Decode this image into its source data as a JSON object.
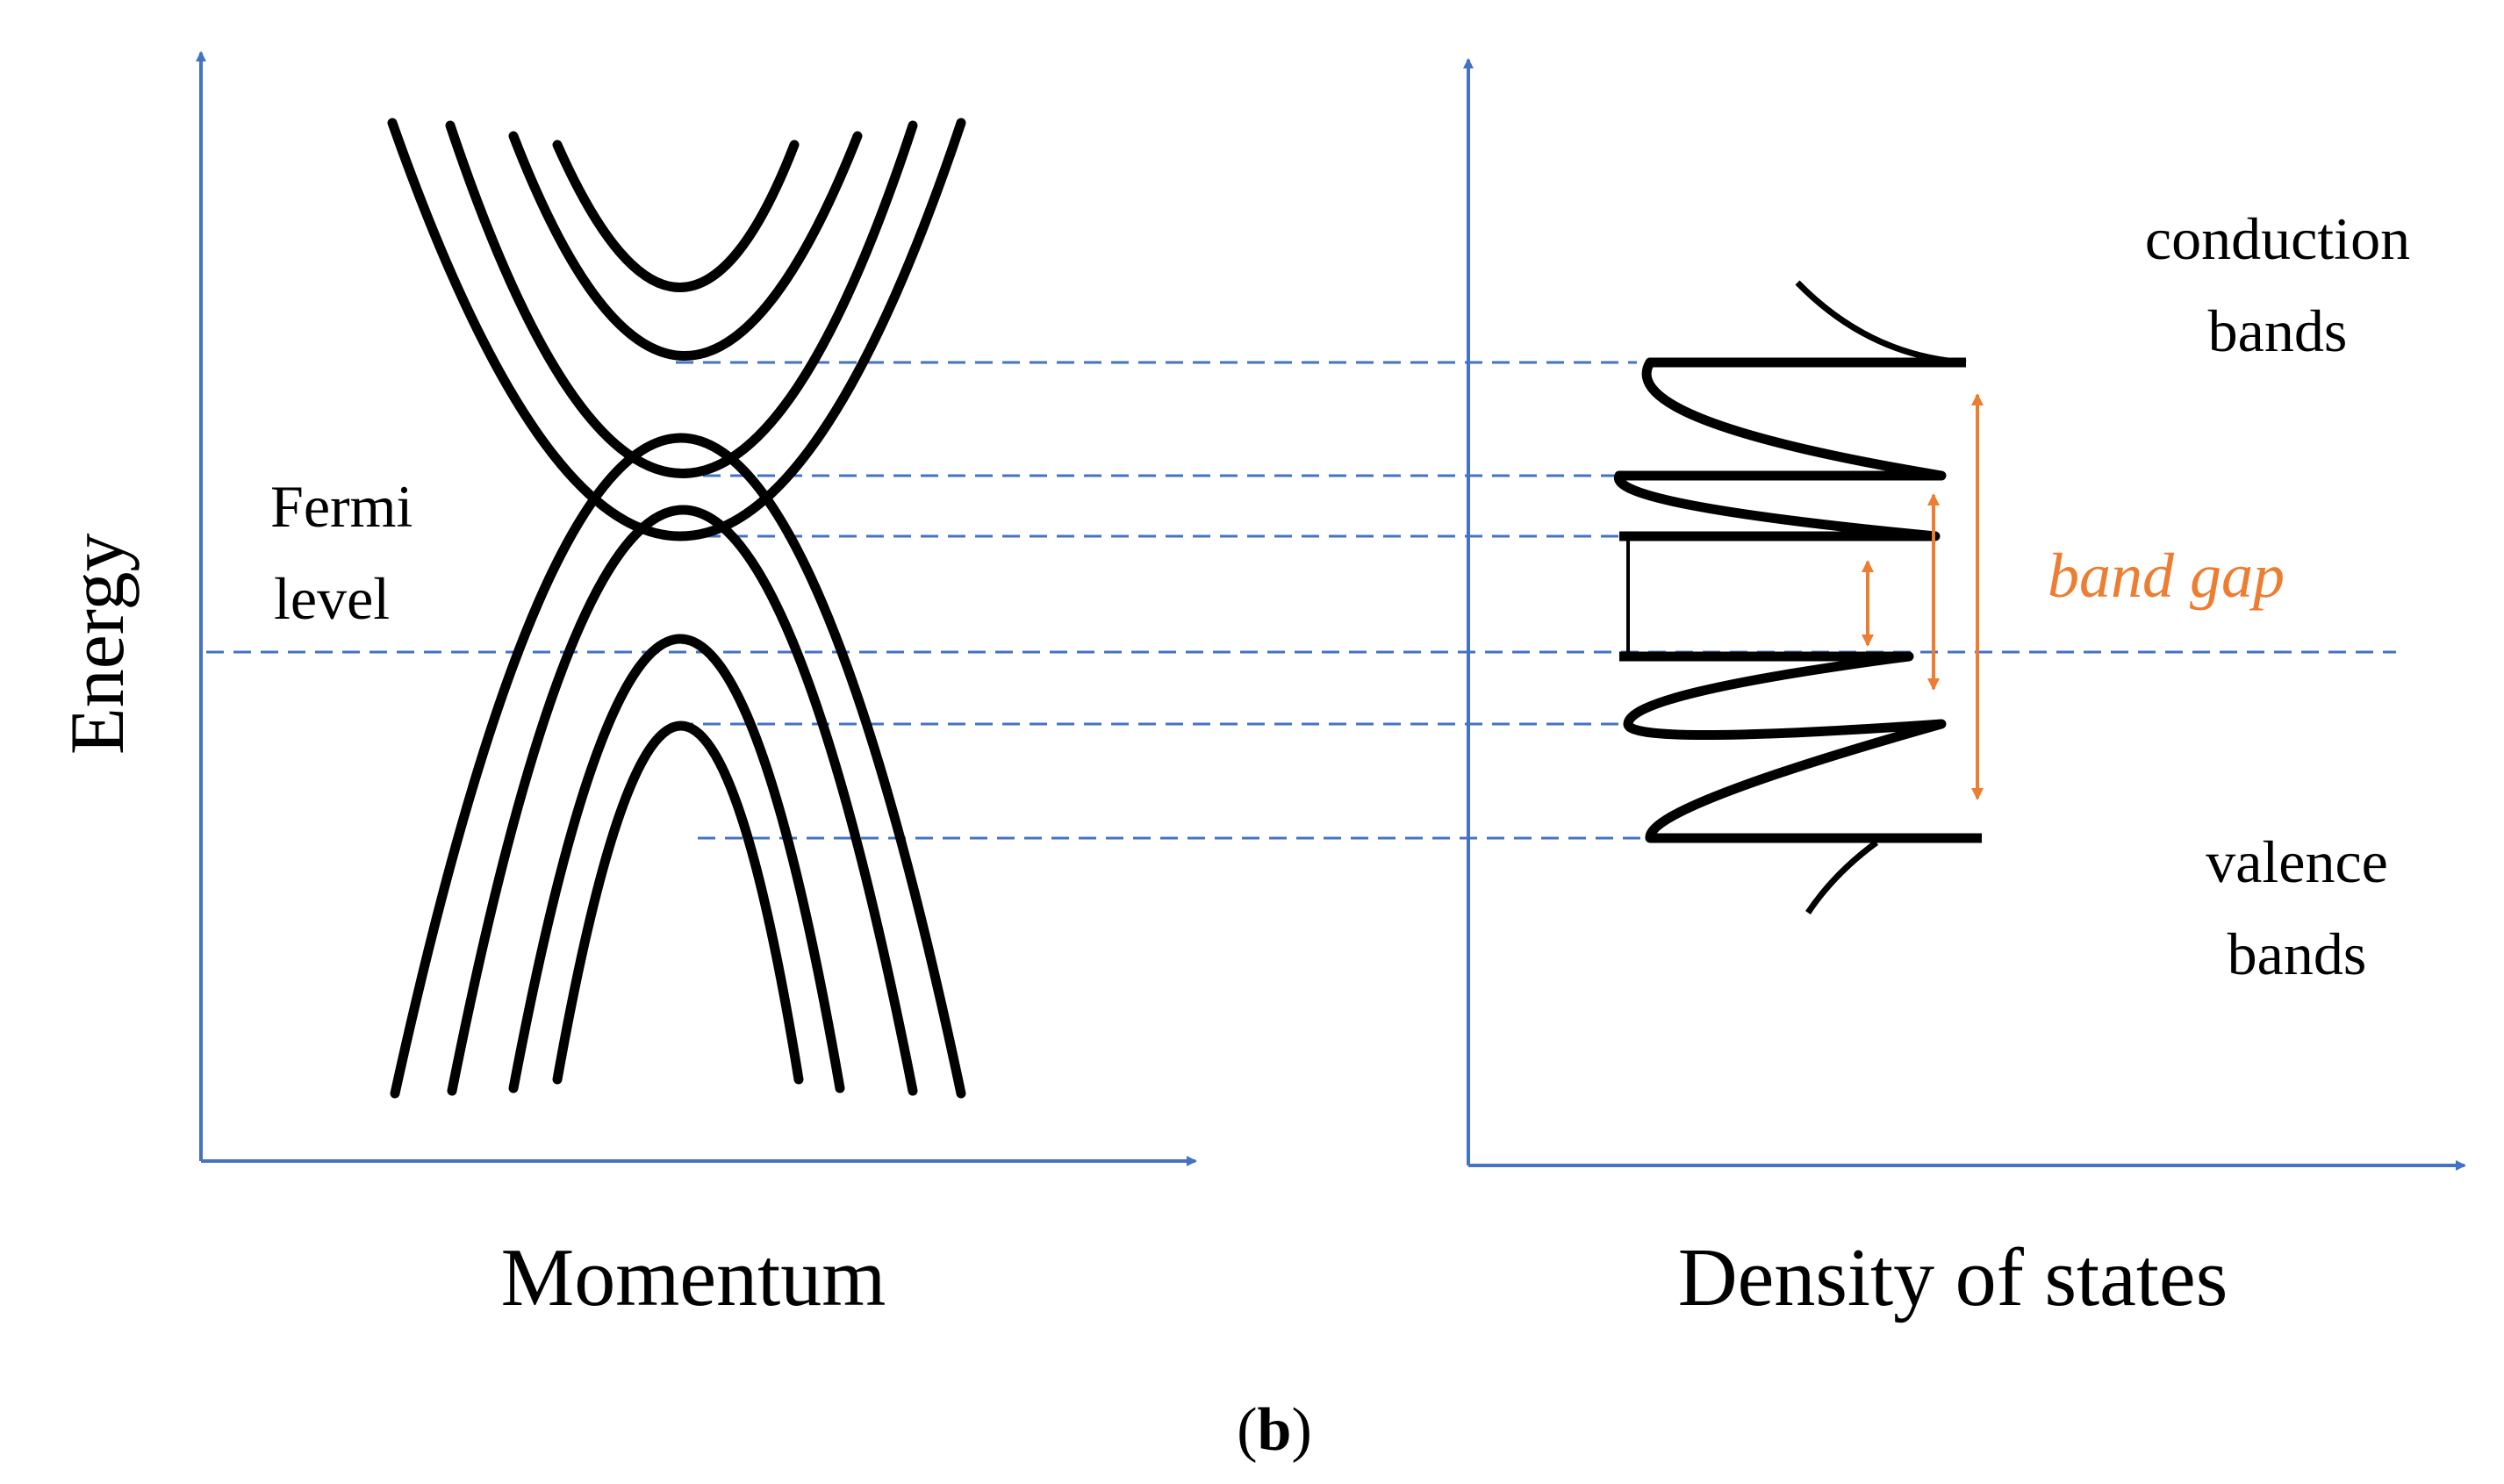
{
  "labels": {
    "energy_axis": "Energy",
    "momentum_axis": "Momentum",
    "dos_axis": "Density of states",
    "fermi_level": [
      "Fermi",
      "level"
    ],
    "conduction_bands": [
      "conduction",
      "bands"
    ],
    "valence_bands": [
      "valence",
      "bands"
    ],
    "band_gap": "band gap",
    "panel_label_open": "(",
    "panel_label_letter": "b",
    "panel_label_close": ")"
  },
  "colors": {
    "axis": "#4472C4",
    "curve": "#000000",
    "guide": "#4472C4",
    "band_gap": "#ED7D31",
    "text": "#000000"
  }
}
